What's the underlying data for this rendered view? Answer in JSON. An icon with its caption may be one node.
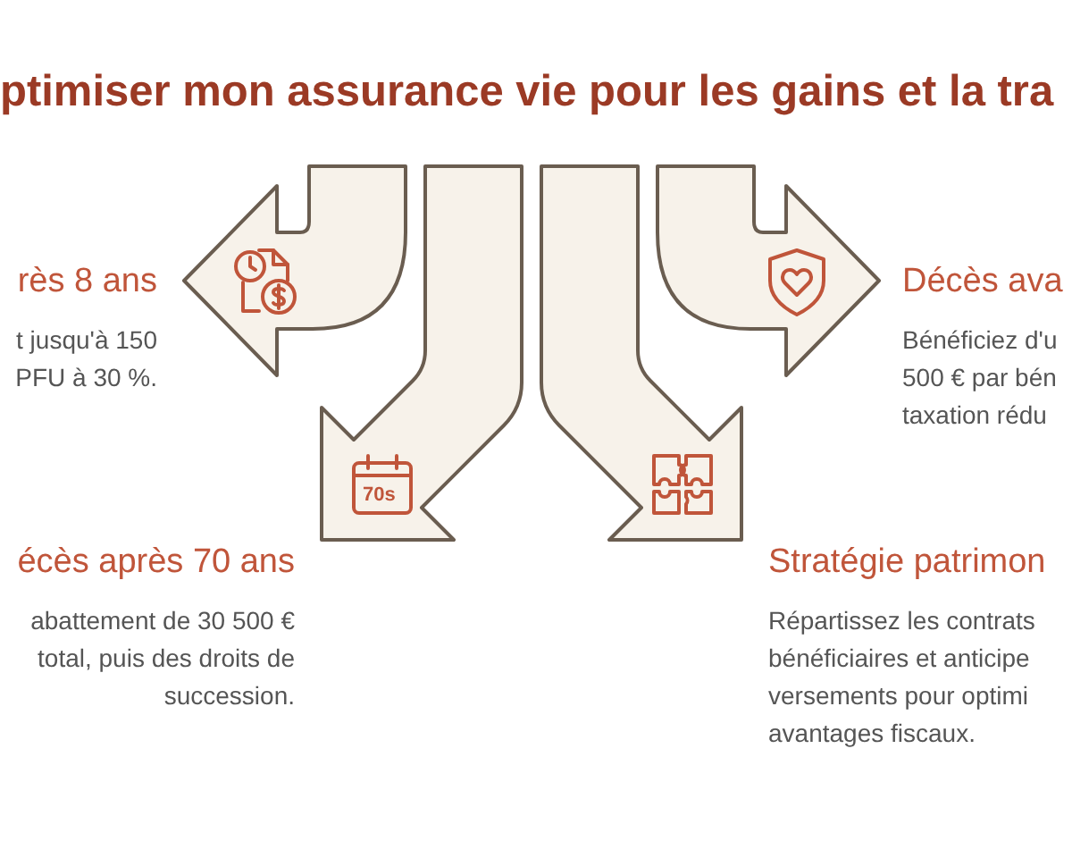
{
  "diagram": {
    "title": "ptimiser mon assurance vie pour les gains et la tra",
    "nodes": [
      {
        "text": [
          "rès 8 ans",
          "t jusqu'à 150 PFU à 30 %."
        ]
      },
      {
        "text": [
          "Décès ava",
          "Bénéficiez d'u 500 € par bén taxation rédu"
        ]
      },
      {
        "text": [
          "écès après 70 ans",
          "abattement de 30 500 € total, puis des droits de succession."
        ]
      },
      {
        "text": [
          "Stratégie patrimon",
          "Répartissez les contrats bénéficiaires et anticipe versements pour optimi avantages fiscaux."
        ]
      }
    ],
    "edges": [
      {
        "from": null,
        "to": 0,
        "arrow": "to"
      },
      {
        "from": null,
        "to": 2,
        "arrow": "to"
      },
      {
        "from": null,
        "to": 3,
        "arrow": "to"
      },
      {
        "from": null,
        "to": 1,
        "arrow": "to"
      }
    ],
    "labels": [
      "70s"
    ]
  }
}
